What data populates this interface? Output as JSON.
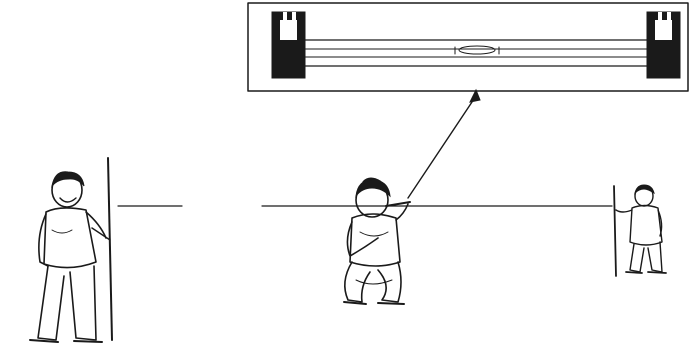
{
  "figure": {
    "description_free": true,
    "colors": {
      "ink": "#1a1a1a",
      "paper": "#ffffff"
    },
    "elements": {
      "inset": "zoomed-level-tube-inset",
      "pointer": "pointer-arrow",
      "sight_line": "horizontal-sight-line",
      "left_person": "person-holding-staff-left",
      "center_person": "person-sighting-level-center",
      "right_person": "person-holding-staff-right"
    }
  }
}
